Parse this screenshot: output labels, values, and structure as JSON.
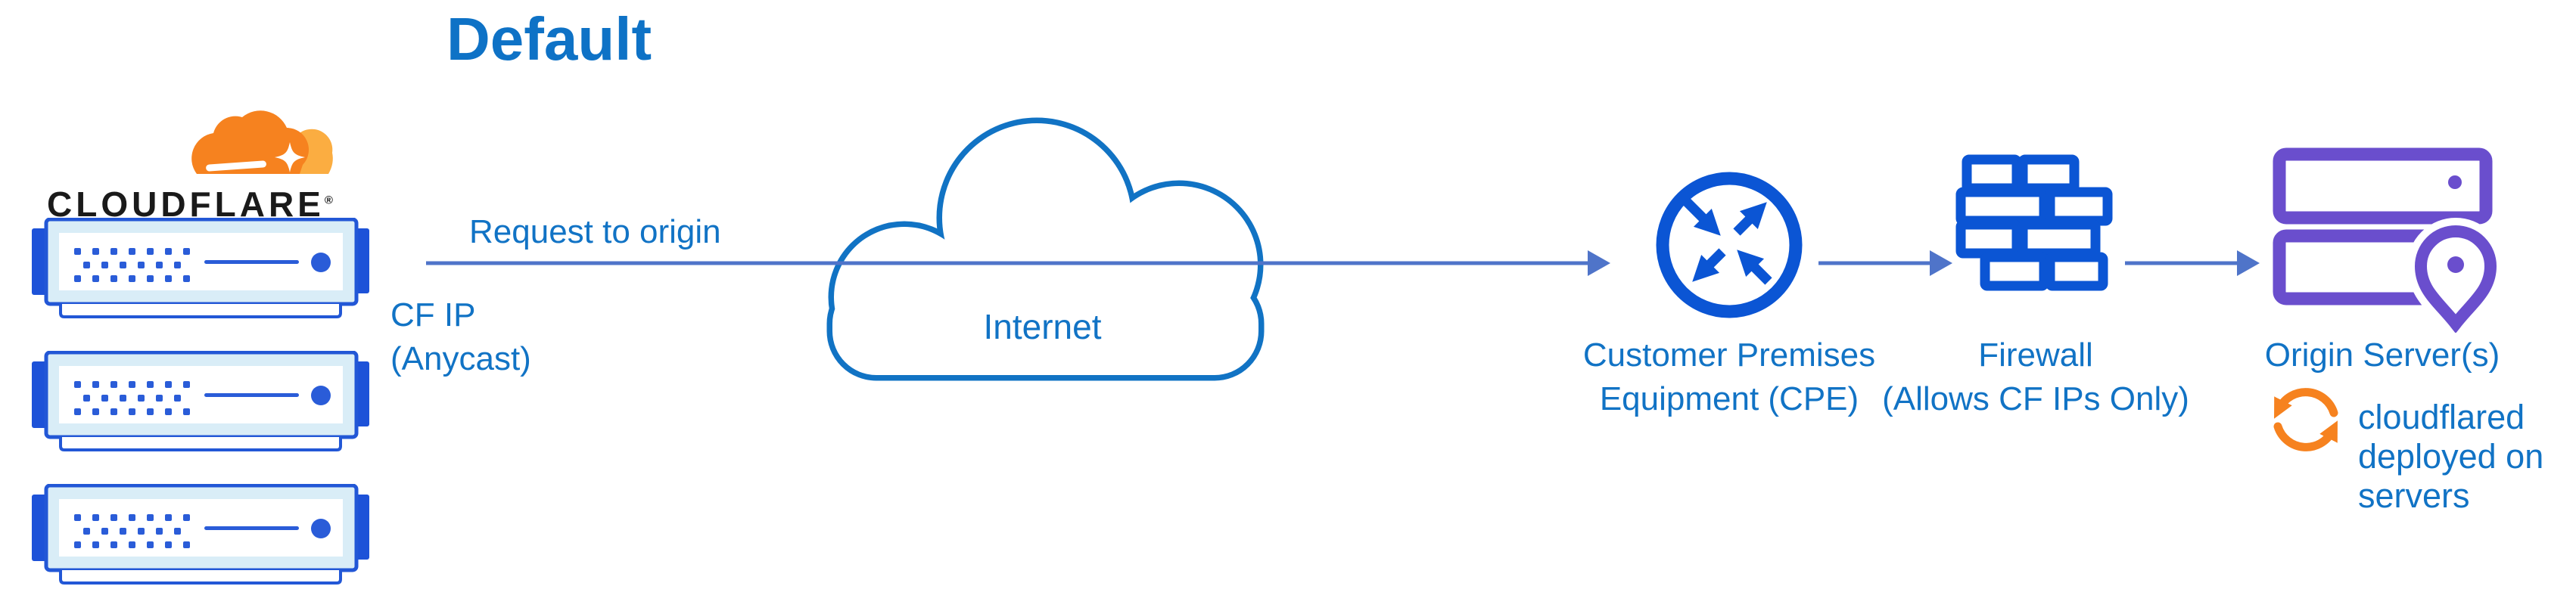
{
  "title": "Default",
  "logo": {
    "wordmark": "CLOUDFLARE",
    "registered": "®"
  },
  "edge": {
    "request_label": "Request to origin",
    "ip_label_line1": "CF IP",
    "ip_label_line2": "(Anycast)"
  },
  "internet": {
    "label": "Internet"
  },
  "cpe": {
    "label_line1": "Customer Premises",
    "label_line2": "Equipment (CPE)"
  },
  "firewall": {
    "label_line1": "Firewall",
    "label_line2": "(Allows CF IPs Only)"
  },
  "origin": {
    "label": "Origin Server(s)",
    "note_line1": "cloudflared",
    "note_line2": "deployed on",
    "note_line3": "servers"
  },
  "icons": {
    "logo_cloud": "cloudflare-logo-cloud-icon",
    "server_racks": "cloudflare-server-rack-icon",
    "server_rack_count": 3,
    "internet_cloud": "internet-cloud-icon",
    "connector_arrows": "flow-arrow-icon",
    "cpe_router": "cpe-router-icon",
    "firewall_wall": "firewall-brick-icon",
    "origin_servers": "origin-server-icon",
    "location_pin": "location-pin-icon",
    "cloudflared_sync": "sync-arrows-icon"
  },
  "colors": {
    "title_blue": "#0E72C6",
    "label_blue": "#1173C5",
    "icon_blue": "#0B55D4",
    "connector_blue": "#4F74C9",
    "rack_border_blue": "#2257D6",
    "rack_fill_light": "#D9EDF7",
    "rack_dot_blue": "#2A5CD8",
    "cloud_stroke_blue": "#1173C4",
    "origin_purple": "#6A4ECD",
    "cf_orange": "#F6821F",
    "cf_orange_light": "#FBAD41",
    "wordmark_black": "#1A1A1A"
  }
}
